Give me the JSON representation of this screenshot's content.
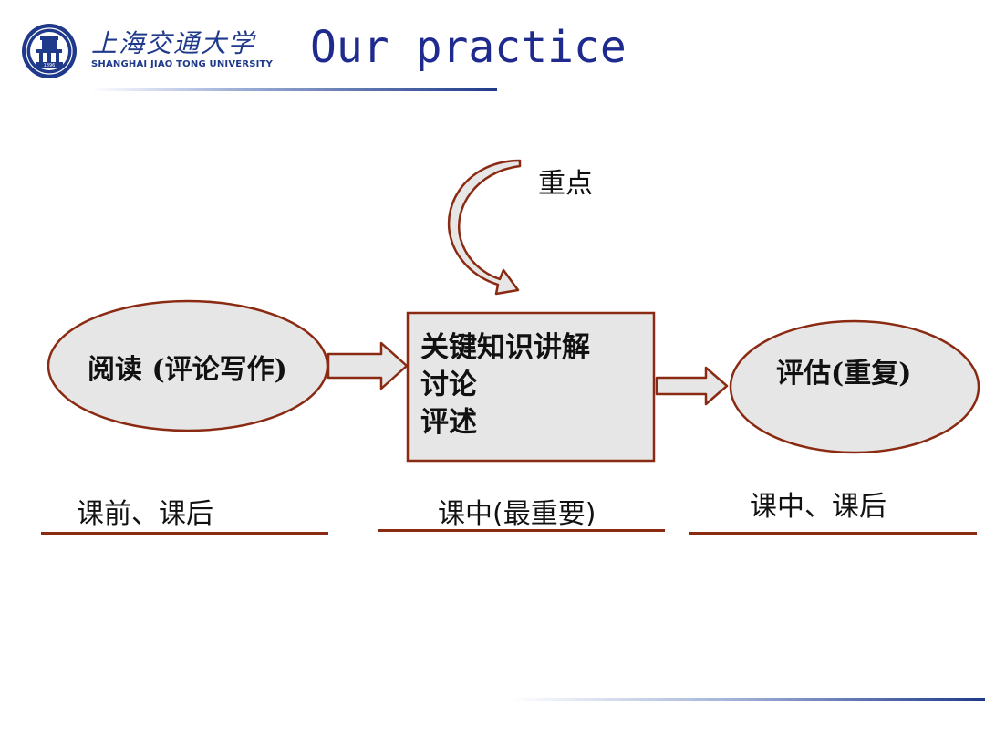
{
  "header": {
    "logo_cn": "上海交通大学",
    "logo_en": "SHANGHAI JIAO TONG UNIVERSITY",
    "logo_year": "1896",
    "title": "Our practice"
  },
  "diagram": {
    "top_label": "重点",
    "left_node": "阅读 (评论写作)",
    "center_lines": [
      "关键知识讲解",
      "讨论",
      "评述"
    ],
    "right_node": "评估(重复)",
    "captions": {
      "left": "课前、课后",
      "center": "课中(最重要)",
      "right": "课中、课后"
    }
  },
  "colors": {
    "shape_fill": "#e6e6e6",
    "shape_stroke": "#8b2a12",
    "title_blue": "#1f2a8e",
    "logo_blue": "#1f3a8a"
  }
}
